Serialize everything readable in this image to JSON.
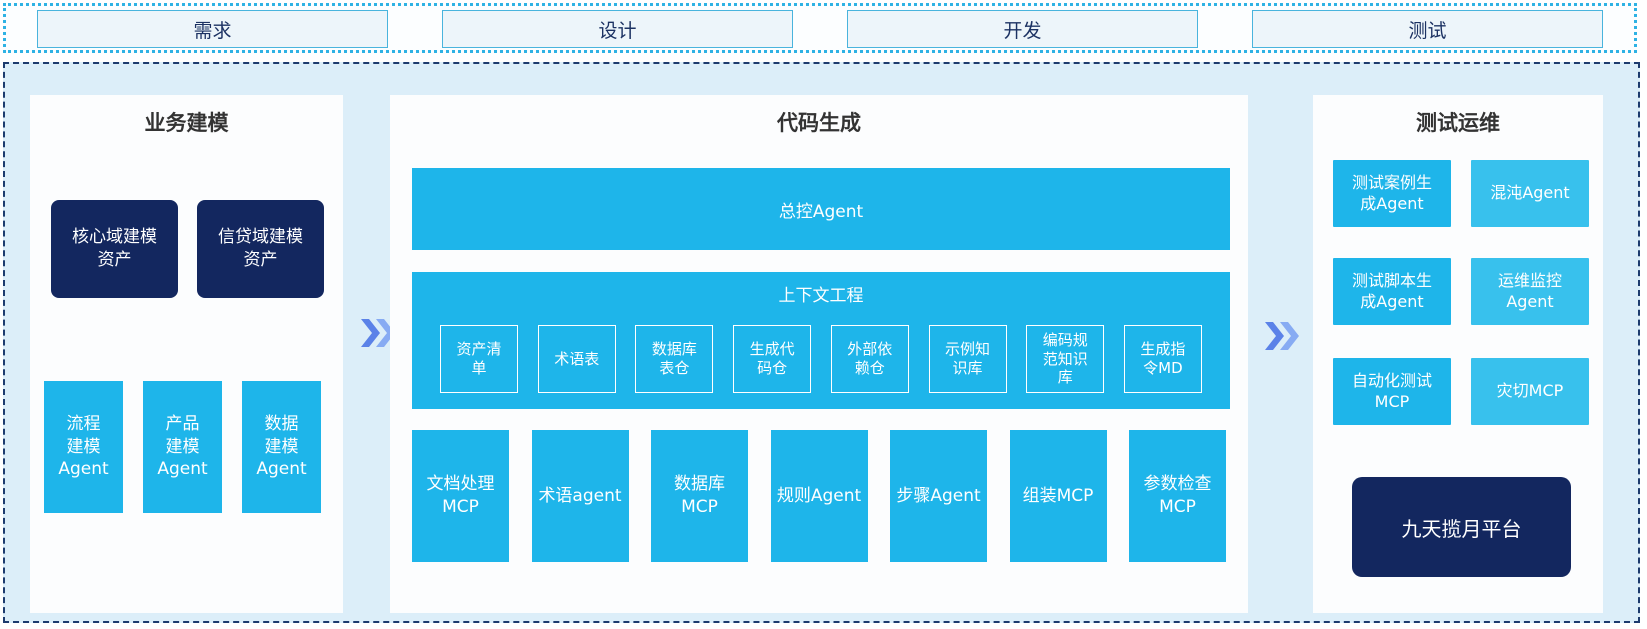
{
  "stages": [
    "需求",
    "设计",
    "开发",
    "测试"
  ],
  "panels": {
    "business": {
      "title": "业务建模",
      "assets": [
        {
          "label": "核心域建模\n资产"
        },
        {
          "label": "信贷域建模\n资产"
        }
      ],
      "agents": [
        {
          "label": "流程\n建模\nAgent"
        },
        {
          "label": "产品\n建模\nAgent"
        },
        {
          "label": "数据\n建模\nAgent"
        }
      ]
    },
    "codegen": {
      "title": "代码生成",
      "master_agent": "总控Agent",
      "context_engineering": {
        "title": "上下文工程",
        "items": [
          {
            "label": "资产清\n单"
          },
          {
            "label": "术语表"
          },
          {
            "label": "数据库\n表仓"
          },
          {
            "label": "生成代\n码仓"
          },
          {
            "label": "外部依\n赖仓"
          },
          {
            "label": "示例知\n识库"
          },
          {
            "label": "编码规\n范知识\n库"
          },
          {
            "label": "生成指\n令MD"
          }
        ]
      },
      "executors": [
        {
          "label": "文档处理\nMCP"
        },
        {
          "label": "术语agent"
        },
        {
          "label": "数据库\nMCP"
        },
        {
          "label": "规则Agent"
        },
        {
          "label": "步骤Agent"
        },
        {
          "label": "组装MCP"
        },
        {
          "label": "参数检查\nMCP"
        }
      ]
    },
    "testops": {
      "title": "测试运维",
      "boxes": [
        {
          "label": "测试案例生\n成Agent",
          "tone": "primary"
        },
        {
          "label": "混沌Agent",
          "tone": "light"
        },
        {
          "label": "测试脚本生\n成Agent",
          "tone": "primary"
        },
        {
          "label": "运维监控\nAgent",
          "tone": "light"
        },
        {
          "label": "自动化测试\nMCP",
          "tone": "primary"
        },
        {
          "label": "灾切MCP",
          "tone": "light"
        }
      ],
      "platform": {
        "label": "九天揽月平台"
      }
    }
  },
  "colors": {
    "cyan": "#1eb5ea",
    "cyan_light": "#38c1ed",
    "navy": "#13275f",
    "arrow_blue": "#5b82e8",
    "arrow_blue_light": "#87abf3",
    "stage_border": "#49b4dd",
    "top_border_dotted": "#2eb2e4",
    "container_border_dashed": "#1d3b6e",
    "container_bg": "#dceef9"
  }
}
